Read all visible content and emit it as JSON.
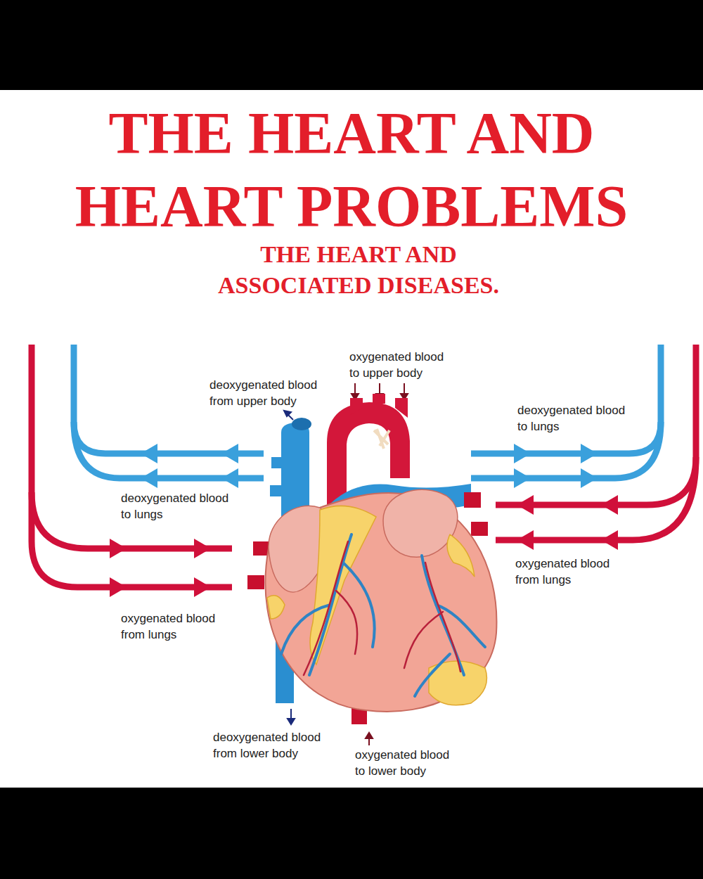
{
  "diagram": {
    "title": "THE HEART AND HEART PROBLEMS",
    "caption": "THE HEART AND ASSOCIATED DISEASES.",
    "labels": [
      "oxygenated blood to upper body",
      "deoxygenated blood from upper body",
      "deoxygenated blood to lungs",
      "deoxygenated blood to lungs",
      "oxygenated blood from lungs",
      "oxygenated blood from lungs",
      "deoxygenated blood from lower body",
      "oxygenated blood to lower body"
    ]
  }
}
